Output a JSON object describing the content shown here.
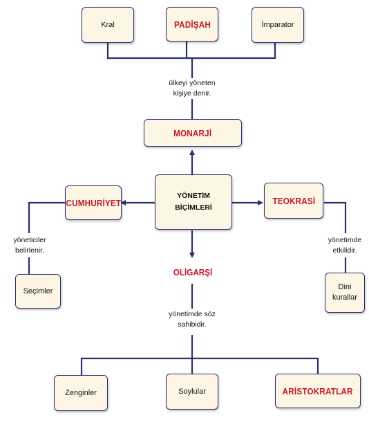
{
  "top_boxes": {
    "kral": "Kral",
    "padisah": "PADİŞAH",
    "imparator": "İmparator"
  },
  "top_caption": {
    "line1": "ülkeyi yöneten",
    "line2": "kişiye denir."
  },
  "monarji": "MONARJİ",
  "center": {
    "line1": "YÖNETİM",
    "line2": "BİÇİMLERİ"
  },
  "cumhuriyet": "CUMHURİYET",
  "cumhuriyet_caption": {
    "line1": "yöneticiler",
    "line2": "belirlenir."
  },
  "secimler": "Seçimler",
  "teokrasi": "TEOKRASİ",
  "teokrasi_caption": {
    "line1": "yönetimde",
    "line2": "etkilidir."
  },
  "dini_kurallar": {
    "line1": "Dini",
    "line2": "kurallar"
  },
  "oligarsi": "OLİGARŞİ",
  "oligarsi_caption": {
    "line1": "yönetimde söz",
    "line2": "sahibidir."
  },
  "bottom_boxes": {
    "zenginler": "Zenginler",
    "soylular": "Soylular",
    "aristokratlar": "ARİSTOKRATLAR"
  },
  "colors": {
    "line": "#2b2e6e",
    "title": "#c0182a",
    "box_fill": "#fdf6e4"
  }
}
